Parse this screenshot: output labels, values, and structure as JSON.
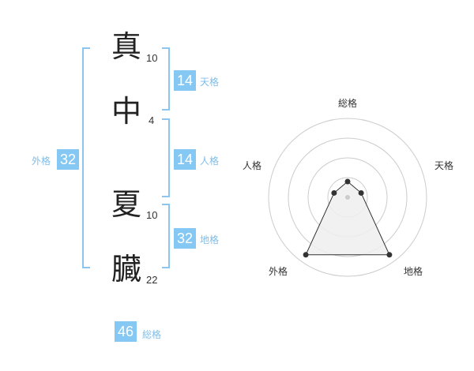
{
  "name_chars": [
    {
      "char": "真",
      "strokes": "10"
    },
    {
      "char": "中",
      "strokes": "4"
    },
    {
      "char": "夏",
      "strokes": "10"
    },
    {
      "char": "臓",
      "strokes": "22"
    }
  ],
  "kaku": {
    "tenkaku": {
      "value": "14",
      "label": "天格"
    },
    "jinkaku": {
      "value": "14",
      "label": "人格"
    },
    "chikaku": {
      "value": "32",
      "label": "地格"
    },
    "gaikaku": {
      "value": "32",
      "label": "外格"
    },
    "soukaku": {
      "value": "46",
      "label": "総格"
    }
  },
  "chart_data": {
    "type": "radar",
    "axes": [
      "総格",
      "天格",
      "地格",
      "外格",
      "人格"
    ],
    "values": [
      0.2,
      0.18,
      0.9,
      0.9,
      0.18
    ],
    "range": [
      0,
      1
    ],
    "rings": 4
  },
  "colors": {
    "accent": "#86c8f4",
    "bracket": "#8cc6f0",
    "label": "#7fbde8",
    "radar_fill": "#eeeeee",
    "radar_grid": "#cccccc"
  }
}
